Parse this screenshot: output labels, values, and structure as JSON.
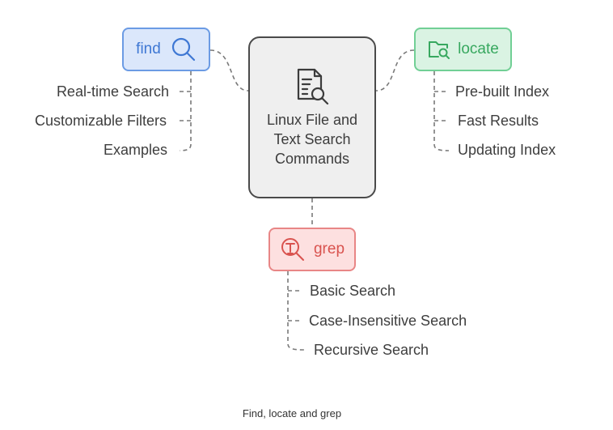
{
  "center": {
    "title": "Linux File and Text Search Commands",
    "icon": "document-search-icon",
    "border_color": "#4a4a4a",
    "fill_color": "#efefef"
  },
  "branches": {
    "find": {
      "label": "find",
      "icon": "magnifier-icon",
      "color": "#3f78d4",
      "items": [
        "Real-time Search",
        "Customizable Filters",
        "Examples"
      ]
    },
    "locate": {
      "label": "locate",
      "icon": "folder-search-icon",
      "color": "#37a85f",
      "items": [
        "Pre-built Index",
        "Fast Results",
        "Updating Index"
      ]
    },
    "grep": {
      "label": "grep",
      "icon": "text-search-icon",
      "color": "#d9534f",
      "items": [
        "Basic Search",
        "Case-Insensitive Search",
        "Recursive Search"
      ]
    }
  },
  "caption": "Find, locate and grep"
}
